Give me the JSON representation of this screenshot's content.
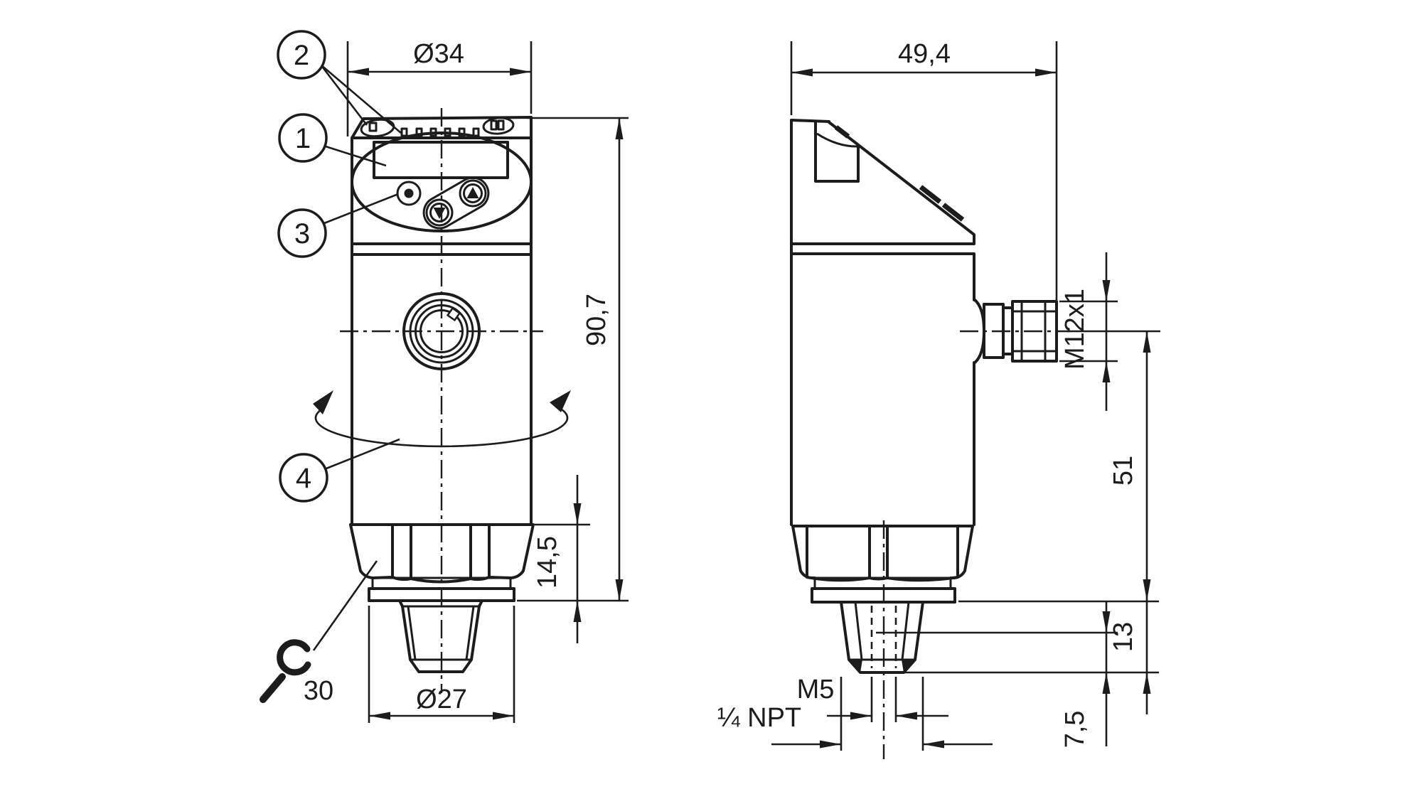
{
  "front_view": {
    "callouts": [
      {
        "number": "1"
      },
      {
        "number": "2"
      },
      {
        "number": "3"
      },
      {
        "number": "4"
      }
    ],
    "dimensions": {
      "head_diameter": "Ø34",
      "overall_height": "90,7",
      "hex_to_sealing_face": "14,5",
      "sealing_washer_diameter": "Ø27",
      "wrench_size": "30"
    }
  },
  "side_view": {
    "dimensions": {
      "depth": "49,4",
      "connector_thread": "M12x1",
      "axis_to_sealing_face": "51",
      "process_thread_length": "13",
      "aux_thread_depth": "7,5",
      "aux_thread": "M5",
      "process_connection": "¼ NPT"
    }
  },
  "colors": {
    "line": "#1c1c1c",
    "background": "#ffffff"
  }
}
